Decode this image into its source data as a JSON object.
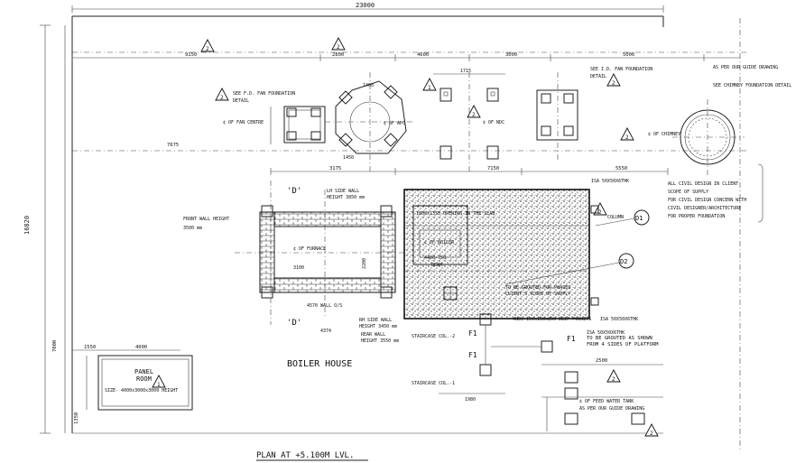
{
  "labels": {
    "overall_width": "23000",
    "overall_height": "16820",
    "dim_9150": "9150",
    "dim_2800": "2800",
    "dim_4600": "4600",
    "dim_3000": "3000",
    "dim_5000": "5000",
    "dim_7675": "7675",
    "dim_3175": "3175",
    "dim_7150": "7150",
    "dim_5550": "5550",
    "dim_1715": "1715",
    "dim_1400": "1400",
    "dim_1450": "1450",
    "dim_1550": "1550",
    "dim_4000": "4000",
    "dim_7000": "7000",
    "dim_1350": "1350",
    "dim_2500": "2500",
    "dim_1980": "1980",
    "see_fd_fan": "SEE F.D. FAN FOUNDATION",
    "detail": "DETAIL",
    "fan_center": "¢ OF FAN CENTRE",
    "see_id_fan": "SEE I.D. FAN FOUNDATION",
    "detail_2": "DETAIL",
    "as_per_guide": "AS PER OUR GUIDE DRAWING",
    "see_chimney": "SEE CHIMNEY FOUNDATION DETAIL",
    "nd_c": "¢ OF NDC",
    "apc": "¢ OF APC",
    "chimney_c": "¢ OF CHIMNEY",
    "d_top": "'D'",
    "d_bottom": "'D'",
    "lh_side_wall": "LH SIDE WALL",
    "lh_side_height": "HEIGHT 3850 mm",
    "front_wall": "FRONT WALL HEIGHT",
    "front_wall_h": "3500 mm",
    "c_furnace": "¢ OF FURNACE",
    "c_boiler": "¢ OF BOILER",
    "rear_wall": "REAR WALL",
    "rear_wall_h": "HEIGHT 3550 mm",
    "rh_side_wall": "RH SIDE WALL",
    "rh_side_height": "HEIGHT 3450 mm",
    "dim_3100": "3100",
    "dim_2200": "2200",
    "dim_4570": "4570 WALL O/S",
    "dim_4374": "4374",
    "opening": "1800x1350 OPENING IN THE SLAB",
    "beam": "BEAM",
    "dim_4400": "4400-750",
    "col_label": "COLUMN",
    "isa": "ISA 50X50X6THK",
    "grouted": "TO BE GROUTED FOR PHASES",
    "clients": "CLIENT'S SCOPE OF SUPPLY",
    "pockets": "4NOS-150x150x250 DEEP POCKETS",
    "staircase": "STAIRCASE COL.-2",
    "staircase1": "STAIRCASE COL.-1",
    "isa2": "ISA 50X50X6THK",
    "shown": "TO BE GROUTED AS SHOWN",
    "four_sides": "FROM 4 SIDES OF PLATFORM",
    "civil1": "ALL CIVIL DESIGN IN CLIENT",
    "civil2": "SCOPE OF SUPPLY",
    "civil3": "FOR CIVIL DESIGN CONCERN WITH",
    "civil4": "CIVIL DESIGNER/ARCHITECTURE",
    "civil5": "FOR PROPER FOUNDATION",
    "d1": "D1",
    "d2": "D2",
    "f1a": "F1",
    "f1b": "F1",
    "f1c": "F1",
    "boiler_house": "BOILER HOUSE",
    "panel_room": "PANEL",
    "panel_room2": "ROOM",
    "panel_size": "SIZE- 4000x3000x3000 HEIGHT",
    "feed_tank": "¢ OF FEED WATER TANK",
    "feed_guide": "AS PER OUR GUIDE DRAWING",
    "plan_title": "PLAN AT +5.100M LVL.",
    "rev": "2",
    "rev_1": "1"
  }
}
